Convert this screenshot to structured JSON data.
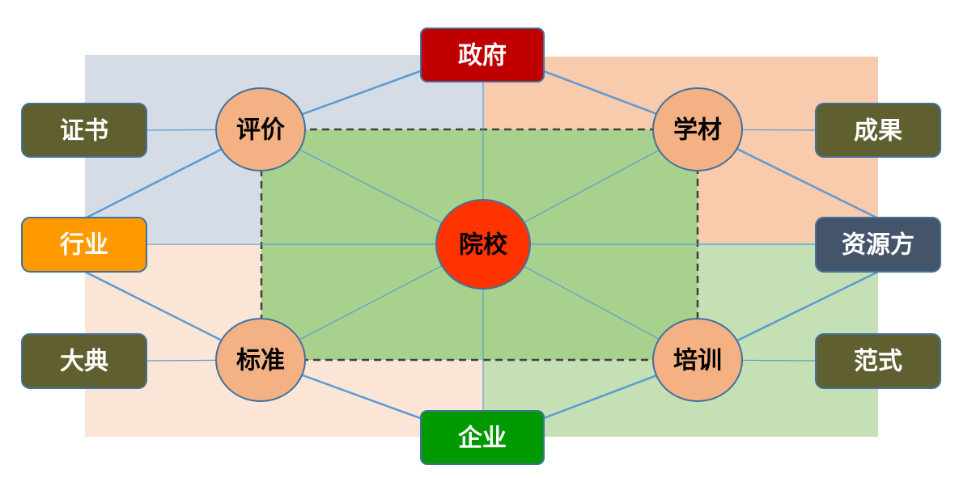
{
  "center": {
    "label": "院校",
    "color": "#ff3300"
  },
  "top": {
    "label": "政府",
    "color": "#c00000"
  },
  "bottom": {
    "label": "企业",
    "color": "#009900"
  },
  "circles": {
    "top_left": "评价",
    "top_right": "学材",
    "bottom_left": "标准",
    "bottom_right": "培训",
    "color": "#f4b183"
  },
  "left_boxes": [
    {
      "label": "证书",
      "color": "#5f5f30"
    },
    {
      "label": "行业",
      "color": "#ff9900"
    },
    {
      "label": "大典",
      "color": "#5f5f30"
    }
  ],
  "right_boxes": [
    {
      "label": "成果",
      "color": "#5f5f30"
    },
    {
      "label": "资源方",
      "color": "#44546a"
    },
    {
      "label": "范式",
      "color": "#5f5f30"
    }
  ],
  "quadrant_colors": {
    "top_left": "#d6dce5",
    "top_right": "#f8cbad",
    "bottom_left": "#fbe5d6",
    "bottom_right": "#c5e0b4",
    "center": "#a9d18e"
  }
}
